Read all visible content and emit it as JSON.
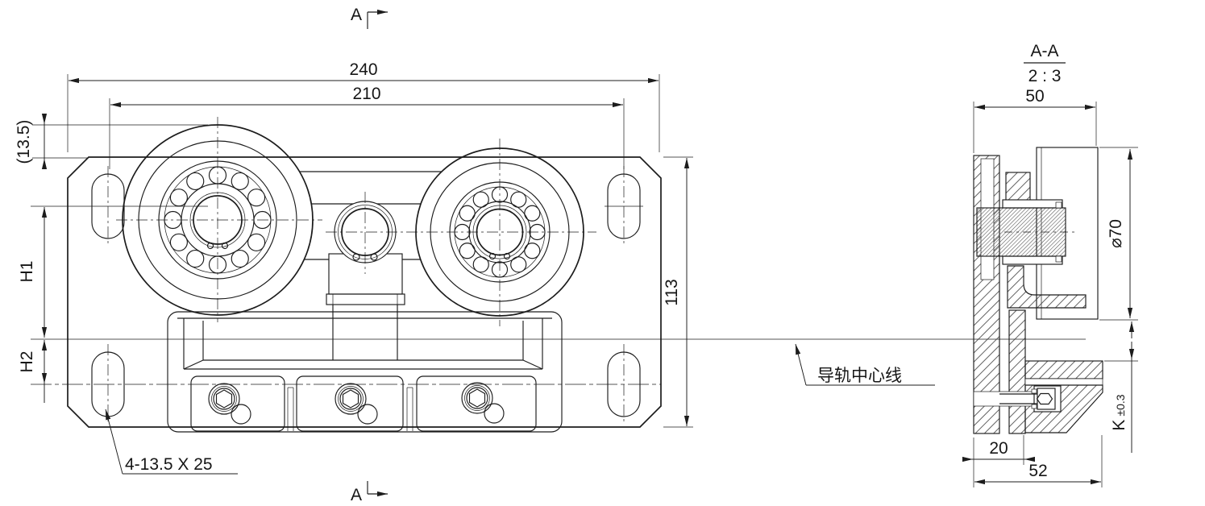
{
  "drawing": {
    "background": "#ffffff",
    "line_color": "#1c1c1c",
    "front_view": {
      "section_marker_top": "A",
      "section_marker_bottom": "A",
      "dim_overall_width": "240",
      "dim_slot_spacing": "210",
      "dim_top_offset": "(13.5)",
      "dim_h1": "H1",
      "dim_h2": "H2",
      "dim_overall_height": "113",
      "slot_note": "4-13.5 X 25"
    },
    "section_view": {
      "title": "A-A",
      "scale": "2 : 3",
      "dim_top_width": "50",
      "dim_wheel_diameter": "⌀70",
      "dim_k": "K",
      "dim_k_tolerance": "±0.3",
      "dim_bolt_offset": "20",
      "dim_bottom_width": "52",
      "rail_centerline_note": "导轨中心线"
    }
  }
}
